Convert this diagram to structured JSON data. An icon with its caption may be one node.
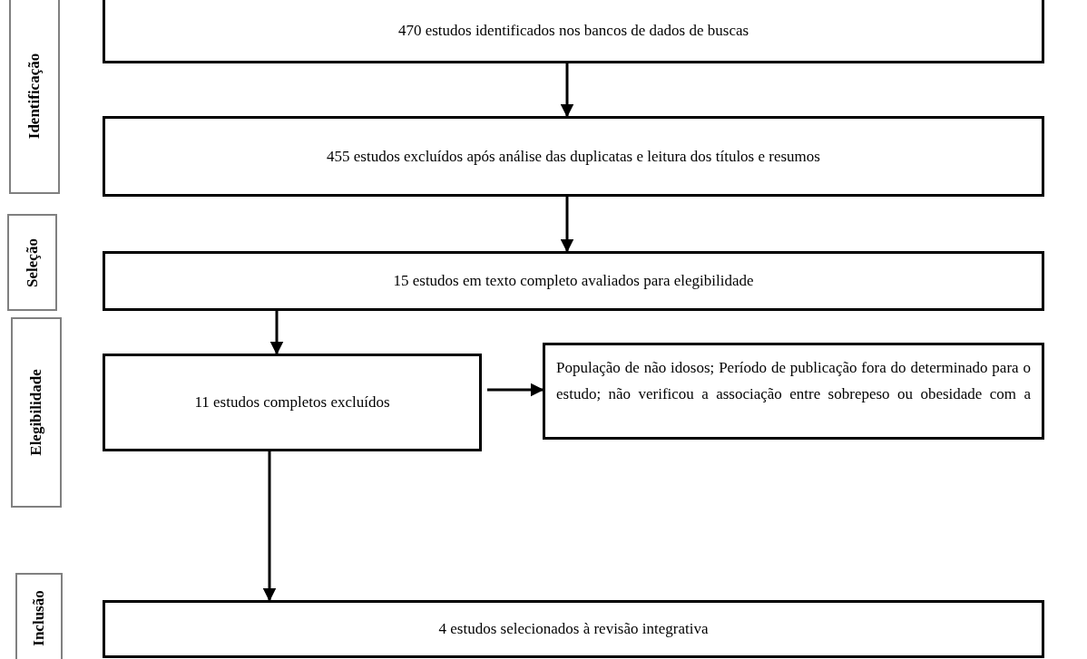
{
  "diagram": {
    "nodes": [
      {
        "text": [
          "Identificação"
        ]
      },
      {
        "text": [
          "470 estudos identificados nos bancos de dados de buscas"
        ]
      },
      {
        "text": [
          "455 estudos excluídos após análise das duplicatas e leitura dos títulos e resumos"
        ]
      },
      {
        "text": [
          "Seleção"
        ]
      },
      {
        "text": [
          "15 estudos em texto completo avaliados para elegibilidade"
        ]
      },
      {
        "text": [
          "Elegibilidade"
        ]
      },
      {
        "text": [
          "11 estudos completos excluídos"
        ]
      },
      {
        "text": [
          "População de não idosos; Período de publicação fora do determinado para o estudo; não verificou a associação entre sobrepeso ou obesidade com a"
        ]
      },
      {
        "text": [
          "Inclusão"
        ]
      },
      {
        "text": [
          "4 estudos selecionados à revisão integrativa"
        ]
      }
    ],
    "edges": [
      {
        "from": 1,
        "to": 2,
        "arrow": "to"
      },
      {
        "from": 2,
        "to": 4,
        "arrow": "to"
      },
      {
        "from": 4,
        "to": 6,
        "arrow": "to"
      },
      {
        "from": 6,
        "to": 7,
        "arrow": "to"
      },
      {
        "from": 6,
        "to": 9,
        "arrow": "to"
      }
    ]
  }
}
